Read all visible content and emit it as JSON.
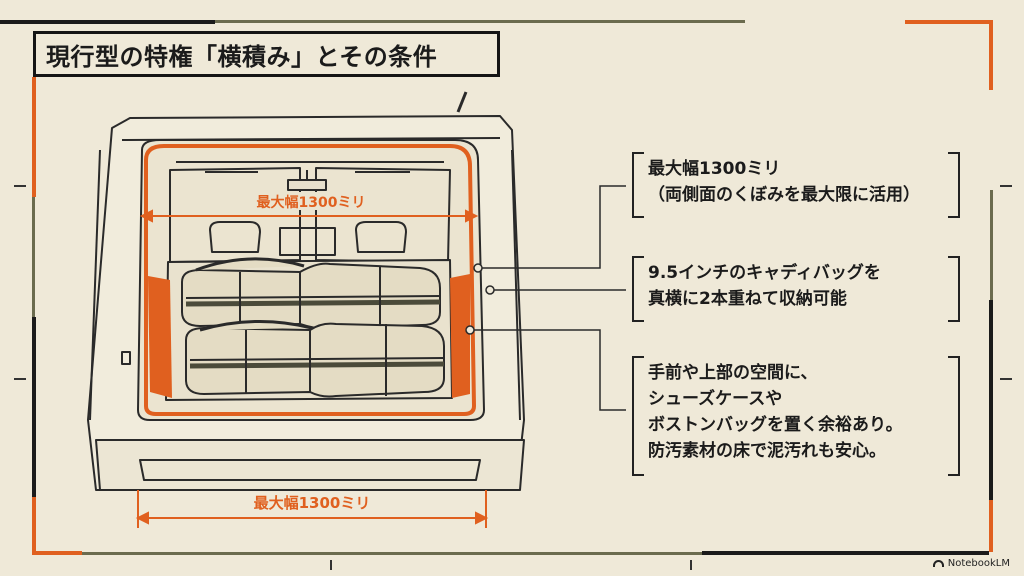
{
  "title": "現行型の特権「横積み」とその条件",
  "diagram": {
    "dim_top_label": "最大幅1300ミリ",
    "dim_bottom_label": "最大幅1300ミリ"
  },
  "callouts": [
    {
      "lines": [
        "最大幅1300ミリ",
        "（両側面のくぼみを最大限に活用）"
      ]
    },
    {
      "lines": [
        "9.5インチのキャディバッグを",
        "真横に2本重ねて収納可能"
      ]
    },
    {
      "lines": [
        "手前や上部の空間に、",
        "シューズケースや",
        "ボストンバッグを置く余裕あり。",
        "防汚素材の床で泥汚れも安心。"
      ]
    }
  ],
  "watermark": "NotebookLM",
  "colors": {
    "accent": "#e0601f",
    "background": "#efe9d8",
    "ink": "#1b1b1b",
    "olive": "#6b6b4e"
  }
}
